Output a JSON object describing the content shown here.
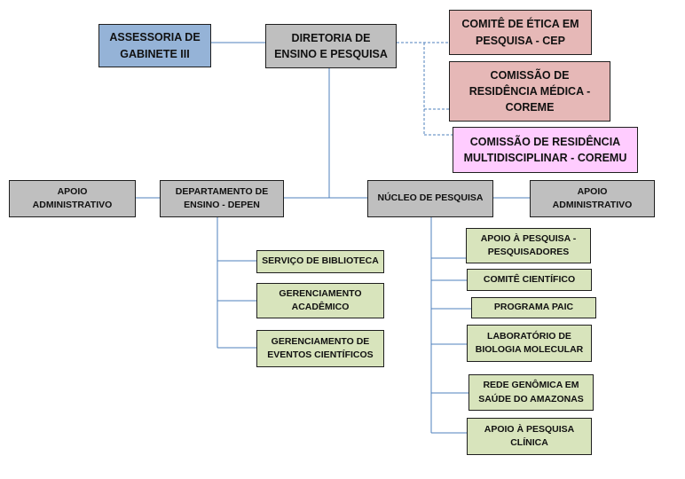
{
  "nodes": {
    "assessoria": "ASSESSORIA DE\nGABINETE III",
    "diretoria": "DIRETORIA DE\nENSINO E PESQUISA",
    "comite_etica": "COMITÊ DE ÉTICA EM\nPESQUISA - CEP",
    "coreme": "COMISSÃO DE\nRESIDÊNCIA MÉDICA -\nCOREME",
    "coremu": "COMISSÃO DE RESIDÊNCIA\nMULTIDISCIPLINAR - COREMU",
    "apoio_adm_left": "APOIO\nADMINISTRATIVO",
    "depen": "DEPARTAMENTO DE\nENSINO - DEPEN",
    "nucleo": "NÚCLEO DE PESQUISA",
    "apoio_adm_right": "APOIO\nADMINISTRATIVO",
    "biblioteca": "SERVIÇO DE BIBLIOTECA",
    "academico": "GERENCIAMENTO\nACADÊMICO",
    "eventos": "GERENCIAMENTO DE\nEVENTOS CIENTÍFICOS",
    "apoio_pesq": "APOIO À PESQUISA -\nPESQUISADORES",
    "comite_cient": "COMITÊ CIENTÍFICO",
    "paic": "PROGRAMA PAIC",
    "lab_bio": "LABORATÓRIO DE\nBIOLOGIA MOLECULAR",
    "rede_genomica": "REDE GENÔMICA EM\nSAÚDE DO AMAZONAS",
    "apoio_clinica": "APOIO À  PESQUISA\nCLÍNICA"
  },
  "colors": {
    "blue": "#95b3d7",
    "gray": "#bfbfbf",
    "pink": "#e6b8b7",
    "magenta": "#ffccff",
    "green": "#d8e4bc",
    "connector": "#4f81bd"
  }
}
